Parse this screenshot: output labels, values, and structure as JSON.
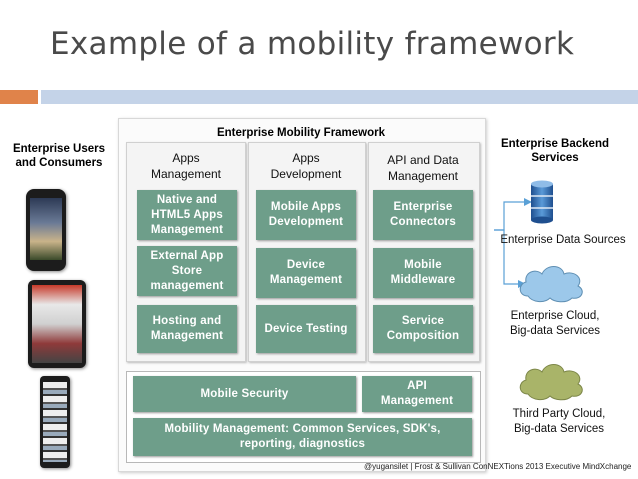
{
  "title": "Example of a mobility framework",
  "left_label": {
    "line1": "Enterprise Users",
    "line2": "and Consumers"
  },
  "framework_title": "Enterprise Mobility Framework",
  "columns": [
    {
      "head1": "Apps",
      "head2": "Management",
      "boxes": [
        {
          "lines": [
            "Native and",
            "HTML5 Apps",
            "Management"
          ]
        },
        {
          "lines": [
            "External App",
            "Store",
            "management"
          ]
        },
        {
          "lines": [
            "Hosting and",
            "Management"
          ]
        }
      ]
    },
    {
      "head1": "Apps",
      "head2": "Development",
      "boxes": [
        {
          "lines": [
            "Mobile Apps",
            "Development"
          ]
        },
        {
          "lines": [
            "Device",
            "Management"
          ]
        },
        {
          "lines": [
            "Device Testing"
          ]
        }
      ]
    },
    {
      "head1": "API and Data",
      "head2": "Management",
      "boxes": [
        {
          "lines": [
            "Enterprise",
            "Connectors"
          ]
        },
        {
          "lines": [
            "Mobile",
            "Middleware"
          ]
        },
        {
          "lines": [
            "Service",
            "Composition"
          ]
        }
      ]
    }
  ],
  "bottom": {
    "security": "Mobile Security",
    "api_line1": "API",
    "api_line2": "Management",
    "mm_line1": "Mobility Management: Common Services, SDK's,",
    "mm_line2": "reporting, diagnostics"
  },
  "backend_title": {
    "line1": "Enterprise Backend",
    "line2": "Services"
  },
  "backend_items": [
    {
      "icon": "database-icon",
      "lines": [
        "Enterprise Data Sources"
      ],
      "color": "#2f6fb7"
    },
    {
      "icon": "cloud-icon",
      "lines": [
        "Enterprise Cloud,",
        "Big-data Services"
      ],
      "color": "#9cc8ea"
    },
    {
      "icon": "cloud-icon",
      "lines": [
        "Third Party Cloud,",
        "Big-data Services"
      ],
      "color": "#a9b469"
    }
  ],
  "footer": "@yugansilet  | Frost & Sullivan ConNEXTions 2013 Executive MindXchange",
  "colors": {
    "accent_orange": "#e0834a",
    "bar_blue": "#c4d3e8",
    "box_green": "#6e9e8a",
    "arrow_blue": "#5aa0d6"
  }
}
